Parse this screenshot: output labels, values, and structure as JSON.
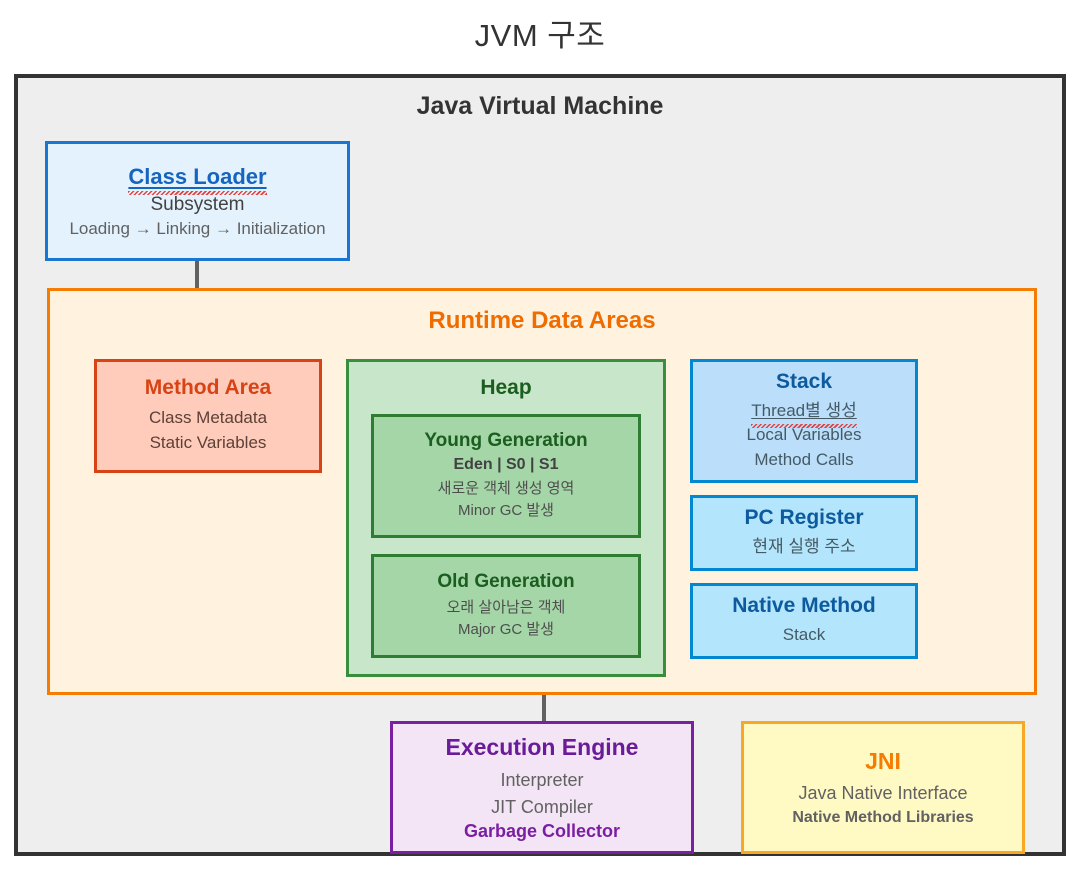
{
  "page": {
    "title": "JVM 구조"
  },
  "jvm": {
    "title": "Java Virtual Machine",
    "border_color": "#333333",
    "background": "#eeeeee"
  },
  "class_loader": {
    "title": "Class Loader",
    "subtitle": "Subsystem",
    "flow": "Loading → Linking → Initialization",
    "accent_color": "#1565c0",
    "background": "#e3f2fd",
    "spellcheck_underline": true
  },
  "runtime_data_areas": {
    "title": "Runtime Data Areas",
    "accent_color": "#ef6c00",
    "background": "#fff3e0",
    "method_area": {
      "title": "Method Area",
      "lines": [
        "Class Metadata",
        "Static Variables"
      ],
      "accent_color": "#d84315",
      "background": "#ffccbc"
    },
    "heap": {
      "title": "Heap",
      "accent_color": "#1b5e20",
      "background": "#c8e6c9",
      "generations": [
        {
          "title": "Young Generation",
          "subtitle": "Eden | S0 | S1",
          "lines": [
            "새로운 객체 생성 영역",
            "Minor GC 발생"
          ]
        },
        {
          "title": "Old Generation",
          "subtitle": "",
          "lines": [
            "오래 살아남은 객체",
            "Major GC 발생"
          ]
        }
      ]
    },
    "thread_boxes": [
      {
        "title": "Stack",
        "lines": [
          "Thread별 생성",
          "Local Variables",
          "Method Calls"
        ],
        "background": "#bbdefb",
        "spellcheck_underline": true
      },
      {
        "title": "PC Register",
        "lines": [
          "현재 실행 주소"
        ],
        "background": "#b3e5fc",
        "spellcheck_underline": false
      },
      {
        "title": "Native Method",
        "lines": [
          "Stack"
        ],
        "background": "#b3e5fc",
        "spellcheck_underline": false
      }
    ]
  },
  "execution_engine": {
    "title": "Execution Engine",
    "lines": [
      "Interpreter",
      "JIT Compiler"
    ],
    "highlight_line": "Garbage Collector",
    "accent_color": "#6a1b9a",
    "background": "#f3e5f5"
  },
  "jni": {
    "title": "JNI",
    "line1": "Java Native Interface",
    "line2": "Native Method Libraries",
    "accent_color": "#f57c00",
    "background": "#fff9c4"
  }
}
